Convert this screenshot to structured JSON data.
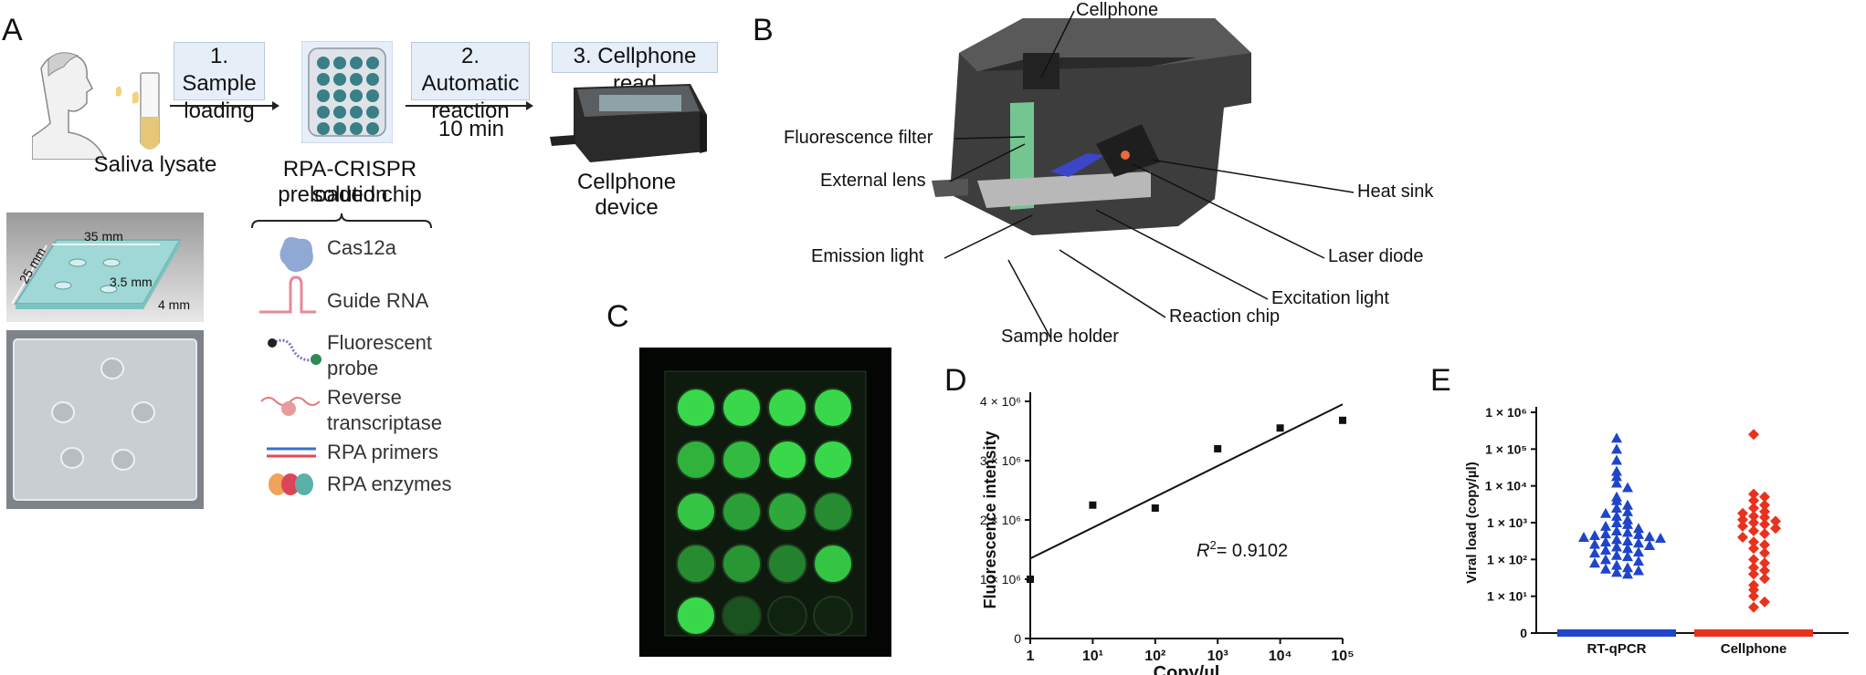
{
  "panels": {
    "a": "A",
    "b": "B",
    "c": "C",
    "d": "D",
    "e": "E"
  },
  "workflow": {
    "step1": "1. Sample loading",
    "step2": "2. Automatic reaction",
    "step2_time": "10 min",
    "step3": "3. Cellphone read",
    "saliva_label": "Saliva lysate",
    "chip_label_line1": "RPA-CRISPR solution",
    "chip_label_line2": "preloaded chip",
    "device_label": "Cellphone device"
  },
  "chip_dims": {
    "width": "35 mm",
    "depth": "25 mm",
    "well": "3.5 mm",
    "height": "4 mm"
  },
  "components": [
    {
      "label": "Cas12a"
    },
    {
      "label": "Guide RNA"
    },
    {
      "label": "Fluorescent probe"
    },
    {
      "label": "Reverse transcriptase"
    },
    {
      "label": "RPA primers"
    },
    {
      "label": "RPA enzymes"
    }
  ],
  "device_callouts": {
    "cellphone": "Cellphone",
    "fluorescence_filter": "Fluorescence filter",
    "external_lens": "External lens",
    "emission_light": "Emission light",
    "sample_holder": "Sample holder",
    "reaction_chip": "Reaction chip",
    "excitation_light": "Excitation light",
    "laser_diode": "Laser diode",
    "heat_sink": "Heat sink"
  },
  "colors": {
    "step_box": "#e6eef8",
    "chip_well": "#3a7f86",
    "fluor_green": "#39d84a",
    "rtqpcr": "#1f45c8",
    "cellphone_series": "#e8321e",
    "device_gray": "#4a4a4a"
  },
  "chart_data": [
    {
      "type": "scatter",
      "panel": "D",
      "xlabel": "Copy/µl",
      "ylabel": "Fluorescence intensity",
      "xscale": "log",
      "xticks": [
        "1",
        "10¹",
        "10²",
        "10³",
        "10⁴",
        "10⁵"
      ],
      "yticks": [
        "0",
        "1 × 10⁶",
        "2 × 10⁶",
        "3 × 10⁶",
        "4 × 10⁶"
      ],
      "xlim": [
        1,
        100000
      ],
      "ylim": [
        0,
        4000000
      ],
      "points": [
        {
          "x": 1,
          "y": 1000000
        },
        {
          "x": 10,
          "y": 2250000
        },
        {
          "x": 100,
          "y": 2200000
        },
        {
          "x": 1000,
          "y": 3200000
        },
        {
          "x": 10000,
          "y": 3550000
        },
        {
          "x": 100000,
          "y": 3680000
        }
      ],
      "fit": {
        "x": [
          1,
          100000
        ],
        "y": [
          1350000,
          3950000
        ]
      },
      "annotation_r": "R",
      "annotation_sup": "2",
      "annotation_eq": "= 0.9102"
    },
    {
      "type": "scatter",
      "panel": "E",
      "ylabel": "Viral load (copy/µl)",
      "yscale": "log",
      "yticks": [
        "0",
        "1 × 10¹",
        "1 × 10²",
        "1 × 10³",
        "1 × 10⁴",
        "1 × 10⁵",
        "1 × 10⁶"
      ],
      "categories": [
        "RT-qPCR",
        "Cellphone"
      ],
      "series": [
        {
          "name": "RT-qPCR",
          "marker": "triangle",
          "values": [
            200000,
            100000,
            50000,
            25000,
            18000,
            12000,
            9000,
            5000,
            4000,
            3000,
            2500,
            2000,
            1800,
            1500,
            1200,
            1000,
            900,
            800,
            700,
            600,
            550,
            500,
            480,
            450,
            420,
            400,
            380,
            350,
            320,
            300,
            280,
            260,
            240,
            220,
            200,
            180,
            160,
            150,
            130,
            120,
            100,
            90,
            80,
            70,
            60,
            55,
            50,
            45,
            40
          ]
        },
        {
          "name": "Cellphone",
          "marker": "diamond",
          "values": [
            250000,
            6000,
            5000,
            4000,
            3000,
            2500,
            2000,
            1800,
            1500,
            1400,
            1200,
            1100,
            1000,
            900,
            800,
            700,
            600,
            500,
            400,
            300,
            250,
            200,
            150,
            100,
            80,
            60,
            50,
            40,
            30,
            20,
            15,
            10,
            7,
            5
          ]
        }
      ]
    }
  ]
}
